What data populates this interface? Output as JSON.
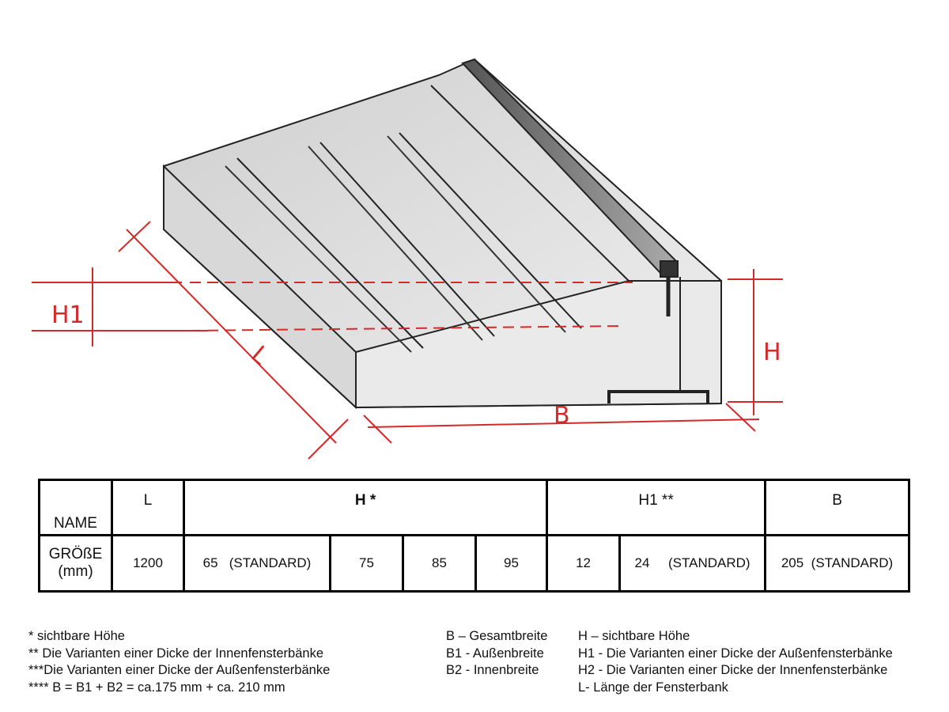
{
  "drawing": {
    "labels": {
      "h1": "H1",
      "l": "L",
      "b": "B",
      "h": "H"
    },
    "dimension_color": "#d42a2a"
  },
  "table": {
    "header": {
      "name": "NAME",
      "l": "L",
      "h": "H *",
      "h1": "H1 **",
      "b": "B"
    },
    "row": {
      "label_line1": "GRÖßE",
      "label_line2": "(mm)",
      "l": "1200",
      "h": [
        "65   (STANDARD)",
        "75",
        "85",
        "95"
      ],
      "h1": [
        "12",
        "24     (STANDARD)"
      ],
      "b": "205  (STANDARD)"
    }
  },
  "footnotes": [
    "*  sichtbare Höhe",
    "** Die Varianten einer Dicke der Innenfensterbänke",
    "***Die Varianten einer Dicke der Außenfensterbänke",
    "**** B = B1 + B2 =  ca.175 mm +  ca. 210 mm"
  ],
  "legend_left": [
    "B – Gesamtbreite",
    "B1  - Außenbreite",
    "B2  - Innenbreite"
  ],
  "legend_right": [
    "H – sichtbare Höhe",
    "H1 - Die Varianten einer Dicke der Außenfensterbänke",
    "H2 - Die Varianten einer Dicke der Innenfensterbänke",
    "L-  Länge der Fensterbank"
  ]
}
